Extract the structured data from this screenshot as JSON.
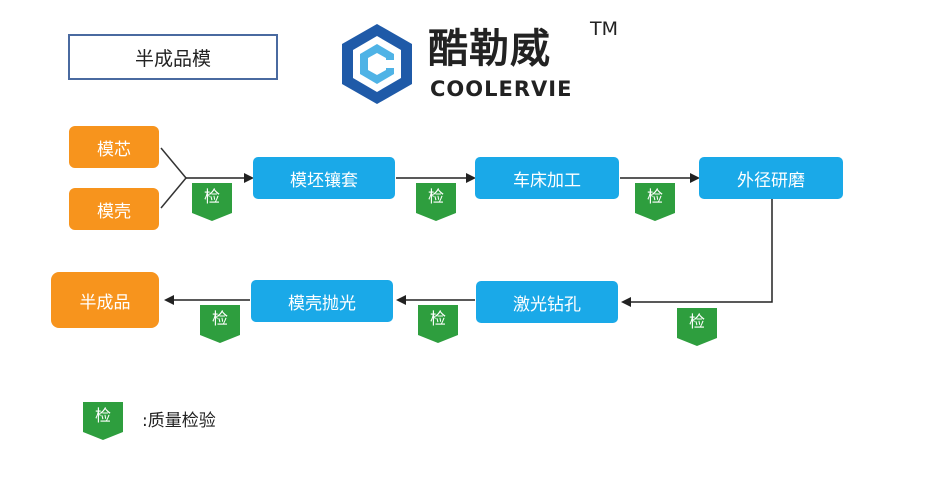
{
  "header": {
    "title": "半成品模",
    "brand_cn": "酷勒威",
    "brand_en": "COOLERVIE",
    "trademark": "TM"
  },
  "inputs": [
    {
      "label": "模芯"
    },
    {
      "label": "模壳"
    }
  ],
  "steps_row1": [
    {
      "label": "模坯镶套"
    },
    {
      "label": "车床加工"
    },
    {
      "label": "外径研磨"
    }
  ],
  "steps_row2": [
    {
      "label": "激光钻孔"
    },
    {
      "label": "模壳抛光"
    }
  ],
  "output": {
    "label": "半成品"
  },
  "inspection": {
    "badge": "检"
  },
  "legend": {
    "badge": "检",
    "label": ":质量检验"
  },
  "colors": {
    "orange": "#f7941d",
    "blue": "#1aa9e8",
    "green": "#2e9e3e",
    "logo_blue": "#1f5aa8",
    "logo_light": "#4fb3e6"
  }
}
